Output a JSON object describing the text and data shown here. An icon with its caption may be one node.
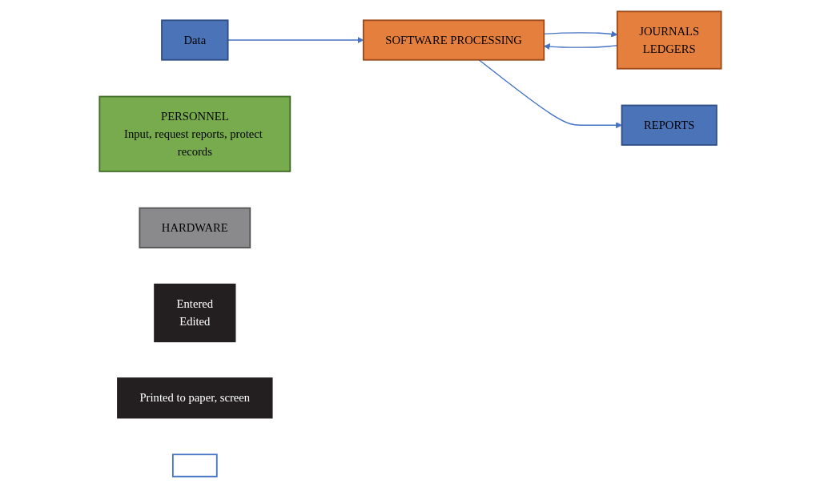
{
  "diagram": {
    "nodes": [
      {
        "text": [
          "PERSONNEL",
          "Input, request reports, protect records"
        ]
      },
      {
        "text": [
          "JOURNALS",
          "LEDGERS"
        ]
      },
      {
        "text": [
          "HARDWARE"
        ]
      },
      {
        "text": [
          "Entered",
          "Edited"
        ]
      },
      {
        "text": [
          "Printed to paper, screen"
        ]
      },
      {
        "text": [
          "Data"
        ]
      },
      {
        "text": [
          "SOFTWARE PROCESSING"
        ]
      },
      {
        "text": [
          "REPORTS"
        ]
      },
      {
        "text": [],
        "shape": "box"
      }
    ],
    "edges": [
      {
        "from": 5,
        "to": 6,
        "arrow": "to"
      },
      {
        "from": 6,
        "to": 1,
        "arrow": "to"
      },
      {
        "from": 1,
        "to": 6,
        "arrow": "to"
      },
      {
        "from": 6,
        "to": 7,
        "arrow": "to"
      }
    ]
  }
}
